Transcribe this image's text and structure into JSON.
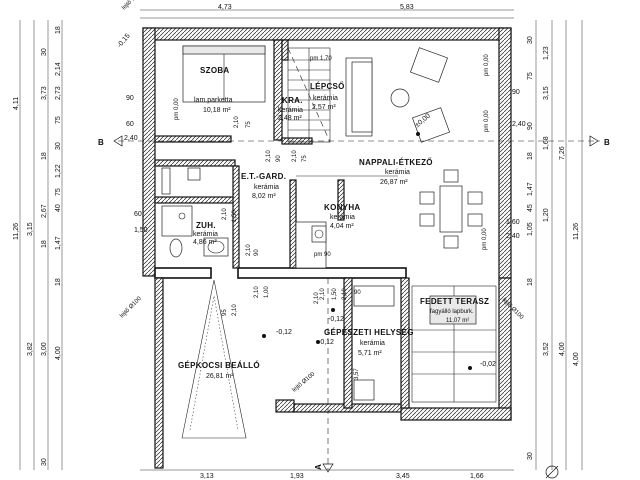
{
  "rooms": {
    "szoba": {
      "name": "SZOBA",
      "floor": "lam.parketta",
      "area": "10,18 m²"
    },
    "kra": {
      "name": "KRA.",
      "floor": "kerámia",
      "area": "2,48 m²"
    },
    "lepcso": {
      "name": "LÉPCSŐ",
      "floor": "kerámia",
      "area": "2,57 m²"
    },
    "nappali": {
      "name": "NAPPALI-ÉTKEZŐ",
      "floor": "kerámia",
      "area": "26,87 m²"
    },
    "gard": {
      "name": "E.T.-GARD.",
      "floor": "kerámia",
      "area": "8,02 m²"
    },
    "konyha": {
      "name": "KONYHA",
      "floor": "kerámia",
      "area": "4,04 m²"
    },
    "zuh": {
      "name": "ZUH.",
      "floor": "kerámia",
      "area": "4,86 m²"
    },
    "gepkocsi": {
      "name": "GÉPKOCSI BEÁLLÓ",
      "area": "26,81 m²"
    },
    "gepeszeti": {
      "name": "GÉPÉSZETI HELYSÉG",
      "floor": "kerámia",
      "area": "5,71 m²"
    },
    "terasz": {
      "name": "FEDETT TERASZ",
      "floor": "fagyálló lapburk.",
      "area": "11,07 m²"
    }
  },
  "levels": {
    "floor": "±0,00",
    "ground": "-0,12",
    "ground2": "-0,12",
    "ground3": "-0,12",
    "ground4": "-0,02",
    "corner": "-0,15"
  },
  "section_marks": {
    "b_left": "B",
    "b_right": "B",
    "a_bottom": "A"
  },
  "notes": {
    "lejto1": "lejtő Ø100",
    "lejto2": "lejtő Ø100",
    "lejto3": "lejtő Ø100",
    "lejto4": "lejtő Ø100",
    "pm1": "pm 0,00",
    "pm2": "pm 0,00",
    "pm3": "pm 0,00",
    "pm4": "pm 0,00",
    "pm5": "pm 90",
    "pm6": "pm 1,70"
  },
  "dimensions": {
    "top": [
      "4,73",
      "5,83"
    ],
    "bottom": [
      "3,13",
      "1,93",
      "3,45",
      "1,66"
    ],
    "left_outer": [
      "4,11",
      "3,15",
      "11,26",
      "3,82"
    ],
    "left_inner": [
      "30",
      "3,73",
      "2,73",
      "18",
      "2,67",
      "18",
      "3,00",
      "30"
    ],
    "left_col3": [
      "18",
      "2,14",
      "75",
      "30",
      "1,22",
      "75",
      "40",
      "1,47",
      "4,00",
      "18"
    ],
    "right_outer": [
      "11,26",
      "4,00",
      "7,26"
    ],
    "right_inner": [
      "1,23",
      "3,15",
      "90",
      "1,68",
      "1,20",
      "3,52",
      "4,00"
    ],
    "right_col2": [
      "30",
      "75",
      "18",
      "1,47",
      "45",
      "1,05",
      "18",
      "30"
    ],
    "left_window": [
      "90",
      "60",
      "2,40",
      "60",
      "1,50"
    ],
    "right_window": [
      "90",
      "2,40",
      "1,60",
      "2,40"
    ],
    "interior": [
      "2,10",
      "75",
      "2,10",
      "90",
      "2,10",
      "75",
      "2,10",
      "1,50",
      "2,10",
      "90",
      "2,10",
      "1,00",
      "2,10",
      "90",
      "2,10",
      "1,50",
      "2,10",
      "95",
      "2,10",
      "3,57"
    ]
  }
}
